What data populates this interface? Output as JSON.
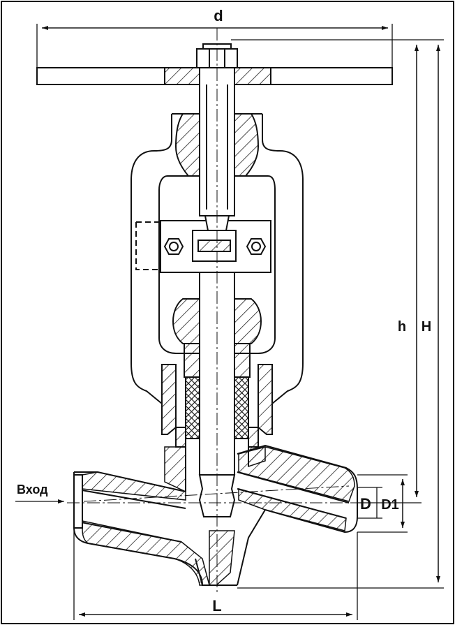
{
  "dimensions": {
    "d": "d",
    "h": "h",
    "H": "H",
    "D": "D",
    "D1": "D1",
    "L": "L"
  },
  "inlet_label": "Вход",
  "colors": {
    "line": "#111111",
    "background": "#ffffff"
  }
}
